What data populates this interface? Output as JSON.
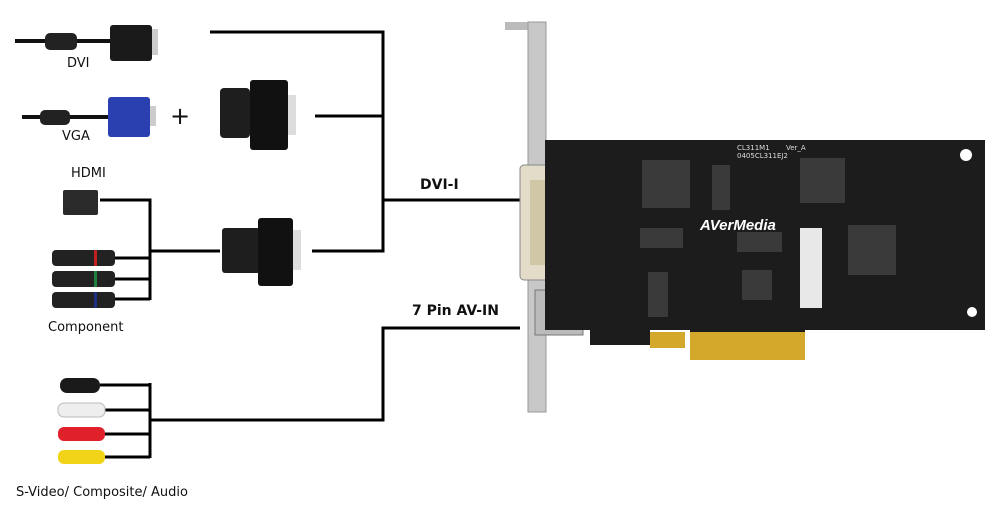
{
  "inputs": {
    "dvi": "DVI",
    "vga": "VGA",
    "plus": "+",
    "hdmi": "HDMI",
    "component": "Component",
    "av": "S-Video/ Composite/ Audio"
  },
  "ports": {
    "dvi_i": "DVI-I",
    "av_in": "7 Pin AV-IN"
  },
  "board": {
    "brand": "AVerMedia",
    "model": "CL311M1",
    "version": "Ver_A",
    "part": "0405CL311EJ2"
  },
  "colors": {
    "board": "#1c1c1c",
    "gold": "#d4a82a",
    "vga_blue": "#2a3fb0",
    "rca_red": "#e0202a",
    "rca_yellow": "#f1d318"
  }
}
